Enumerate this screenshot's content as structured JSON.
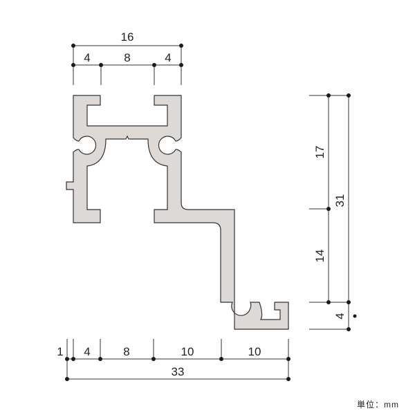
{
  "drawing": {
    "top_dimensions": {
      "overall": "16",
      "segments": [
        "4",
        "8",
        "4"
      ]
    },
    "right_dimensions": {
      "overall": "31",
      "segments": [
        "17",
        "14",
        "4"
      ]
    },
    "bottom_dimensions": {
      "overall": "33",
      "segments": [
        "1",
        "4",
        "8",
        "10",
        "10"
      ]
    },
    "unit_label": "単位：mm",
    "profile_fill": "#dcd9d6",
    "outline_color": "#333333"
  }
}
